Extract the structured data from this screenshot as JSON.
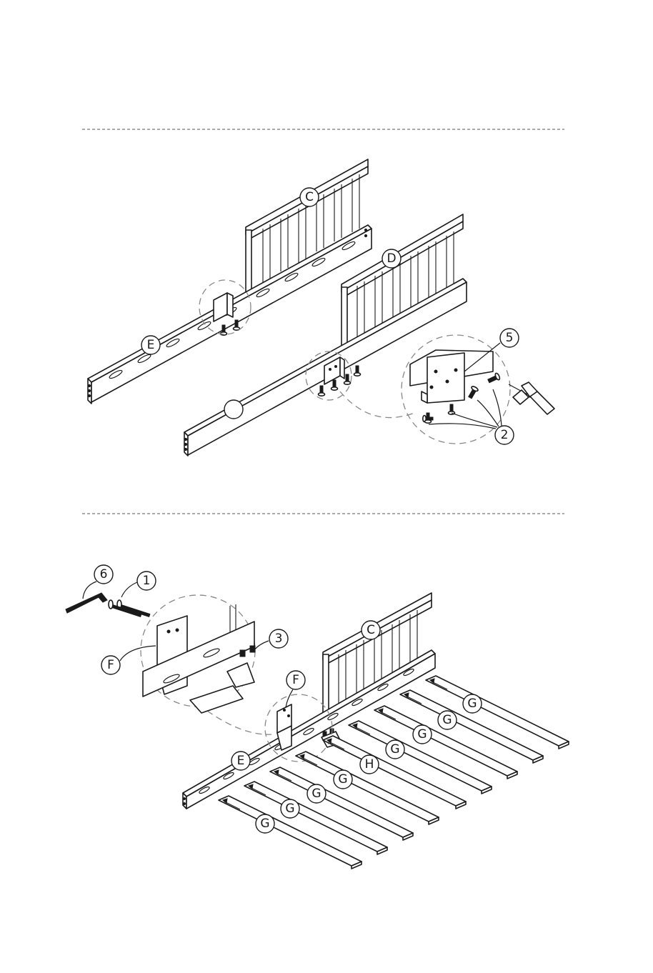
{
  "step1": {
    "labels": {
      "c": "C",
      "d": "D",
      "e": "E",
      "part5": "5",
      "part2": "2"
    }
  },
  "step2": {
    "labels": {
      "part6": "6",
      "part1": "1",
      "part3": "3",
      "f_detail": "F",
      "f_main": "F",
      "c": "C",
      "e": "E",
      "h": "H",
      "g": "G"
    }
  }
}
